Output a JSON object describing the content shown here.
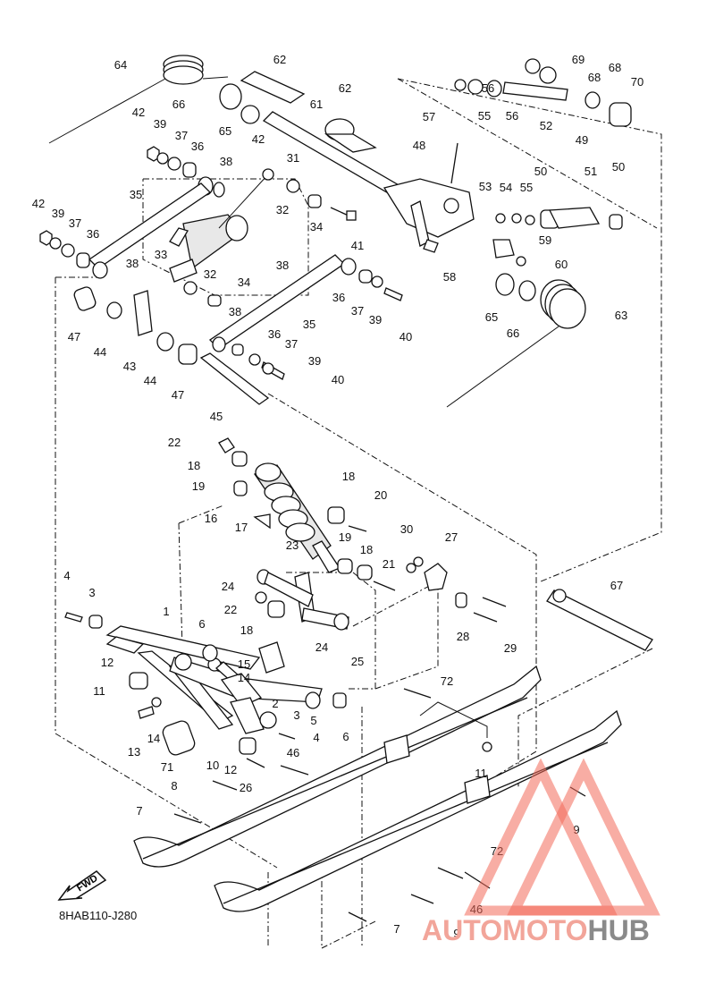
{
  "diagram": {
    "code": "8HAB110-J280",
    "fwd_label": "FWD",
    "callouts": [
      "64",
      "62",
      "62",
      "69",
      "68",
      "68",
      "70",
      "66",
      "61",
      "55",
      "56",
      "56",
      "52",
      "42",
      "39",
      "37",
      "36",
      "38",
      "65",
      "57",
      "48",
      "49",
      "42",
      "31",
      "50",
      "51",
      "50",
      "35",
      "42",
      "39",
      "37",
      "36",
      "32",
      "53",
      "54",
      "55",
      "34",
      "41",
      "59",
      "33",
      "32",
      "60",
      "38",
      "38",
      "34",
      "58",
      "65",
      "66",
      "63",
      "47",
      "44",
      "43",
      "38",
      "36",
      "37",
      "39",
      "40",
      "35",
      "36",
      "37",
      "39",
      "40",
      "44",
      "47",
      "45",
      "22",
      "18",
      "18",
      "19",
      "20",
      "16",
      "17",
      "30",
      "27",
      "19",
      "18",
      "21",
      "23",
      "24",
      "22",
      "18",
      "4",
      "3",
      "67",
      "1",
      "6",
      "15",
      "14",
      "12",
      "24",
      "28",
      "25",
      "29",
      "11",
      "2",
      "3",
      "72",
      "13",
      "14",
      "5",
      "6",
      "4",
      "46",
      "11",
      "71",
      "10",
      "12",
      "8",
      "26",
      "7",
      "9",
      "72",
      "46",
      "7",
      "9",
      "26"
    ]
  },
  "watermark": {
    "part_a": "AUTOMOTO",
    "part_b": "HUB",
    "color_a": "#f2a59a",
    "color_b": "#8a8a8a",
    "triangle_color": "#f26a5a"
  }
}
